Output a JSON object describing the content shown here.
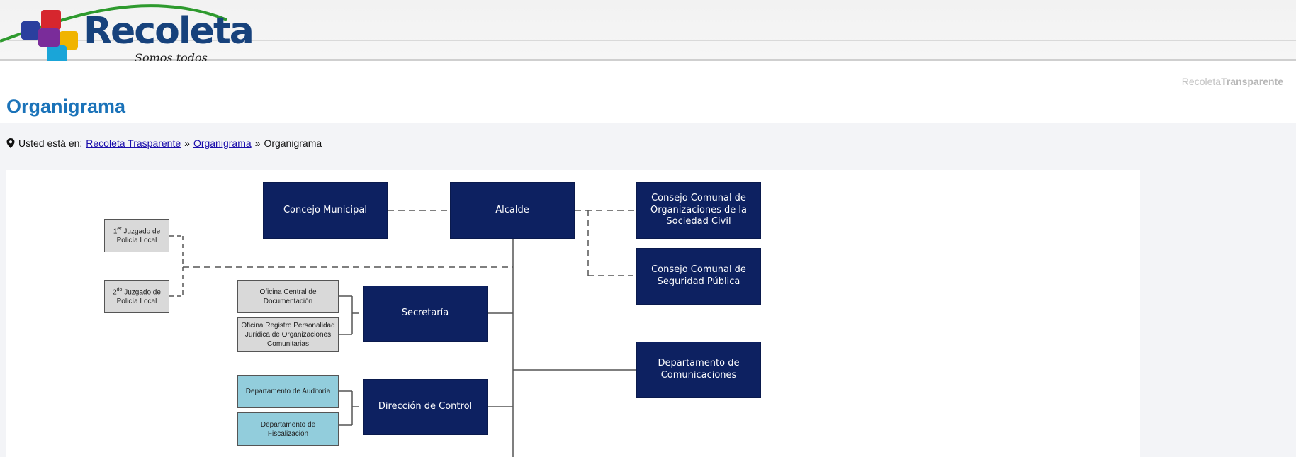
{
  "header": {
    "logo_text": "Recoleta",
    "logo_slogan": "Somos todos",
    "transparente_prefix": "Recoleta",
    "transparente_bold": "Transparente"
  },
  "page": {
    "title": "Organigrama"
  },
  "breadcrumb": {
    "prefix": "Usted está en:",
    "link1": "Recoleta Trasparente",
    "sep1": "»",
    "link2": "Organigrama",
    "sep2": "»",
    "current": "Organigrama"
  },
  "orgchart": {
    "concejo": "Concejo Municipal",
    "alcalde": "Alcalde",
    "consejo_sociedad": "Consejo Comunal de Organizaciones de la Sociedad Civil",
    "consejo_seguridad": "Consejo Comunal de Seguridad Pública",
    "juzgado1_ord": "1",
    "juzgado1_sup": "er",
    "juzgado1_label": "Juzgado de Policía Local",
    "juzgado2_ord": "2",
    "juzgado2_sup": "do",
    "juzgado2_label": "Juzgado de Policía Local",
    "oficina_central": "Oficina Central de Documentación",
    "oficina_registro": "Oficina Registro Personalidad Jurídica de Organizaciones Comunitarias",
    "secretaria": "Secretaría",
    "dep_auditoria": "Departamento de Auditoría",
    "dep_fiscalizacion": "Departamento de Fiscalización",
    "direccion_control": "Dirección de Control",
    "dep_comunicaciones": "Departamento de Comunicaciones"
  },
  "colors": {
    "title_blue": "#1b73b9",
    "box_dark": "#0d2161",
    "box_grey": "#d9d9d9",
    "box_cyan": "#92cddc"
  }
}
